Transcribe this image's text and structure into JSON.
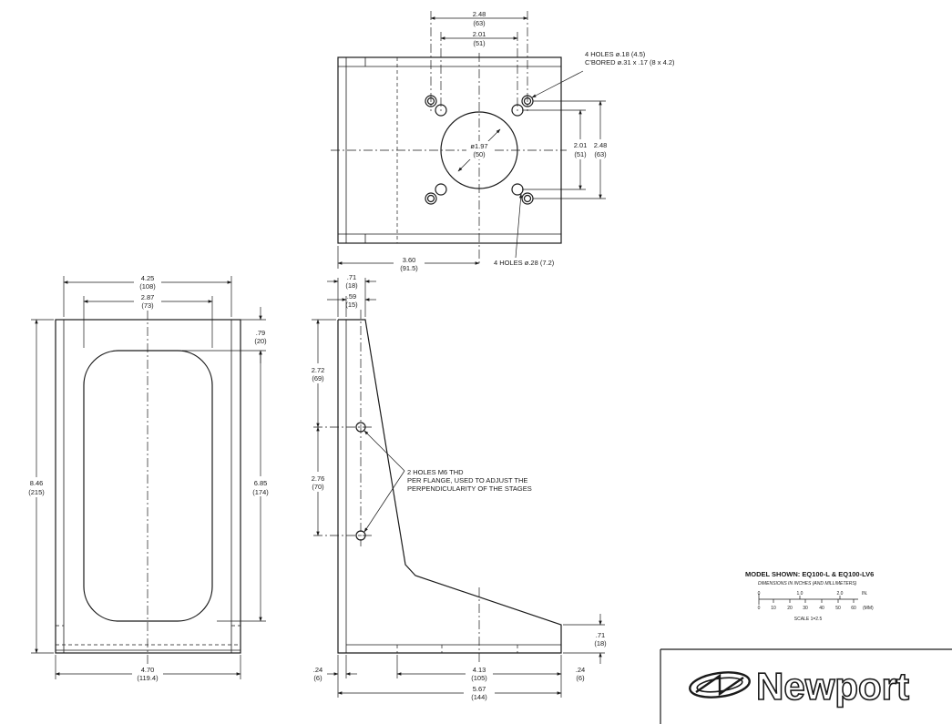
{
  "top_view": {
    "dim_w_outer": {
      "in": "2.48",
      "mm": "(63)"
    },
    "dim_w_inner": {
      "in": "2.01",
      "mm": "(51)"
    },
    "dim_h_inner": {
      "in": "2.01",
      "mm": "(51)"
    },
    "dim_h_outer": {
      "in": "2.48",
      "mm": "(63)"
    },
    "center_hole": {
      "in": "ø1.97",
      "mm": "(50)"
    },
    "dim_offset": {
      "in": "3.60",
      "mm": "(91.5)"
    },
    "note_cbored_1": "4 HOLES ø.18 (4.5)",
    "note_cbored_2": "C'BORED ø.31 x .17 (8 x 4.2)",
    "note_holes": "4 HOLES ø.28 (7.2)"
  },
  "front_view": {
    "dim_outer_w": {
      "in": "4.25",
      "mm": "(108)"
    },
    "dim_inner_w": {
      "in": "2.87",
      "mm": "(73)"
    },
    "dim_height": {
      "in": "8.46",
      "mm": "(215)"
    },
    "dim_top": {
      "in": ".79",
      "mm": "(20)"
    },
    "dim_window": {
      "in": "6.85",
      "mm": "(174)"
    },
    "dim_base_w": {
      "in": "4.70",
      "mm": "(119.4)"
    }
  },
  "side_view": {
    "dim_top_a": {
      "in": ".71",
      "mm": "(18)"
    },
    "dim_top_b": {
      "in": ".59",
      "mm": "(15)"
    },
    "dim_v1": {
      "in": "2.72",
      "mm": "(69)"
    },
    "dim_v2": {
      "in": "2.76",
      "mm": "(70)"
    },
    "dim_thk_left": {
      "in": ".24",
      "mm": "(6)"
    },
    "dim_base_inner": {
      "in": "4.13",
      "mm": "(105)"
    },
    "dim_thk_right": {
      "in": ".24",
      "mm": "(6)"
    },
    "dim_base_h": {
      "in": ".71",
      "mm": "(18)"
    },
    "dim_total": {
      "in": "5.67",
      "mm": "(144)"
    },
    "note_1": "2 HOLES M6 THD",
    "note_2": "PER FLANGE, USED TO ADJUST THE",
    "note_3": "PERPENDICULARITY OF THE STAGES"
  },
  "legend": {
    "title": "MODEL SHOWN: EQ100-L & EQ100-LV6",
    "subtitle": "DIMENSIONS IN INCHES (AND MILLIMETERS)",
    "in_ticks": [
      "0",
      "1.0",
      "2.0"
    ],
    "in_unit": "IN.",
    "mm_ticks": [
      "0",
      "10",
      "20",
      "30",
      "40",
      "50",
      "60"
    ],
    "mm_unit": "(MM)",
    "scale": "SCALE 1=2.5"
  },
  "logo": {
    "text": "Newport",
    "icon": "newport-swirl-icon"
  }
}
